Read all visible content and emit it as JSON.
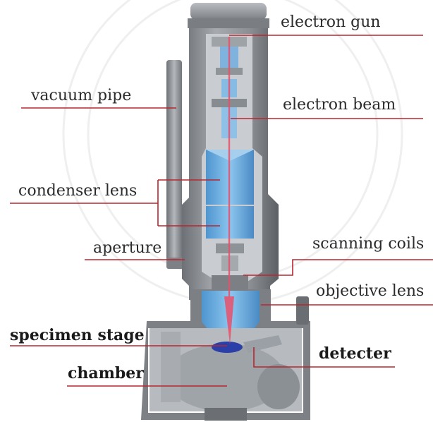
{
  "labels": {
    "electron_gun": "electron gun",
    "vacuum_pipe": "vacuum pipe",
    "electron_beam": "electron beam",
    "condenser_lens": "condenser lens",
    "aperture": "aperture",
    "scanning_coils": "scanning coils",
    "objective_lens": "objective lens",
    "specimen_stage": "specimen stage",
    "detecter": "detecter",
    "chamber": "chamber"
  },
  "colors": {
    "leader_line": "#b8262f",
    "body_gray": "#8a8e93",
    "dark_gray": "#5a5e63",
    "lens_blue": "#6aaee0",
    "beam_pink": "#e8506a",
    "stage_blue": "#2a3fa8"
  }
}
